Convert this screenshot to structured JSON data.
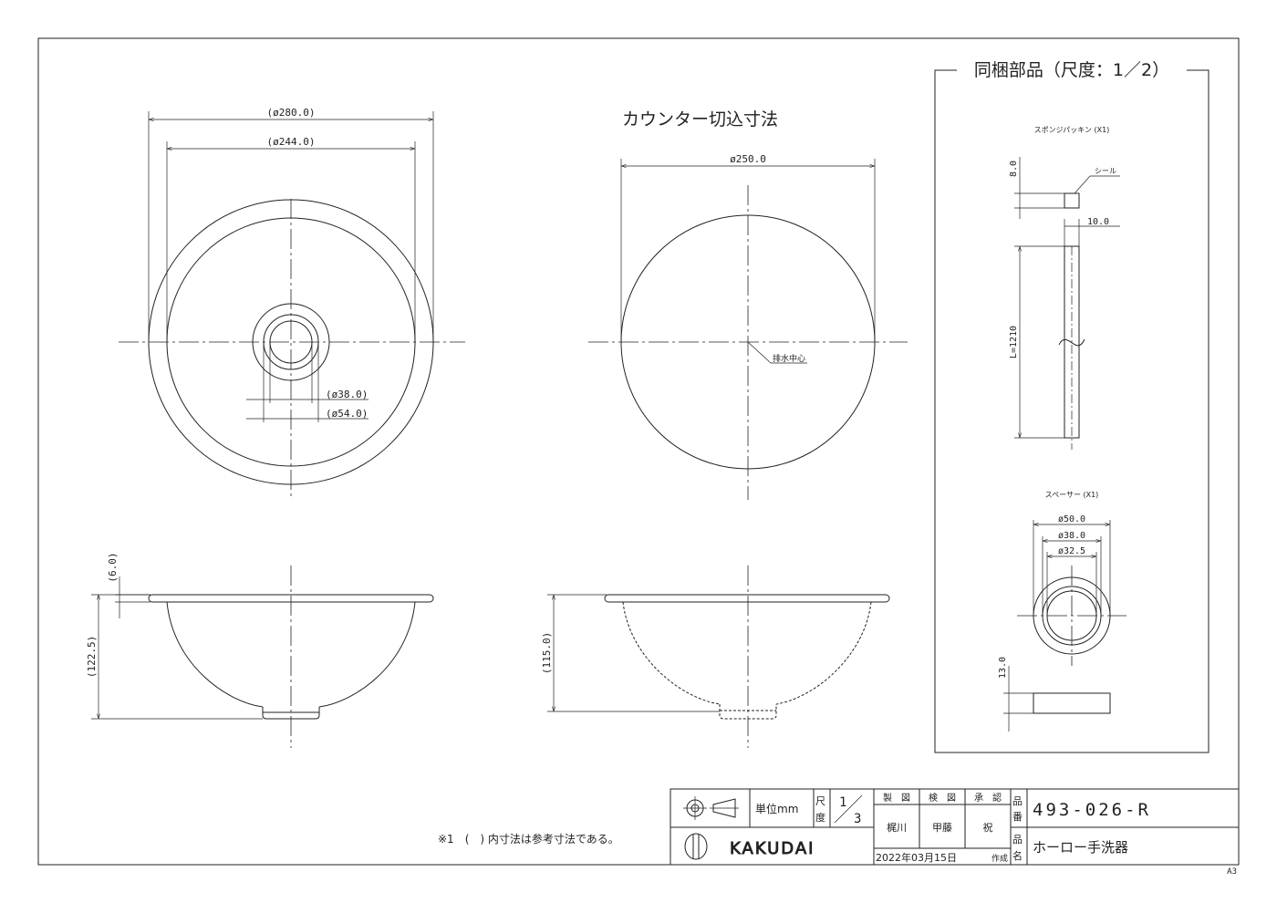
{
  "drawing": {
    "dims_top": {
      "outer_dia": "(ø280.0)",
      "inner_dia": "(ø244.0)",
      "drain_inner": "(ø38.0)",
      "drain_outer": "(ø54.0)"
    },
    "counter": {
      "title": "カウンター切込寸法",
      "dia": "ø250.0",
      "drain_center": "排水中心"
    },
    "side_left": {
      "rim": "(6.0)",
      "height": "(122.5)"
    },
    "side_right": {
      "height": "(115.0)"
    },
    "parts": {
      "title": "同梱部品（尺度：1／2）",
      "sponge": {
        "title": "スポンジパッキン (X1)",
        "seal": "シール",
        "thick": "8.0",
        "width": "10.0",
        "length": "L=1210"
      },
      "spacer": {
        "title": "スペーサー (X1)",
        "d1": "ø50.0",
        "d2": "ø38.0",
        "d3": "ø32.5",
        "thick": "13.0"
      }
    },
    "note": "※1　(　) 内寸法は参考寸法である。"
  },
  "title_block": {
    "unit_label": "単位mm",
    "scale_label_1": "尺",
    "scale_label_2": "度",
    "scale_num": "1",
    "scale_den": "3",
    "made_label": "製　図",
    "check_label": "検　図",
    "approve_label": "承　認",
    "made_by": "梶川",
    "checked_by": "甲藤",
    "approved_by": "祝",
    "date": "2022年03月15日",
    "created": "作成",
    "no_label_1": "品",
    "no_label_2": "番",
    "name_label_1": "品",
    "name_label_2": "名",
    "part_no": "493-026-R",
    "part_name": "ホーロー手洗器",
    "brand": "KAKUDAI",
    "sheet_size": "A3"
  }
}
